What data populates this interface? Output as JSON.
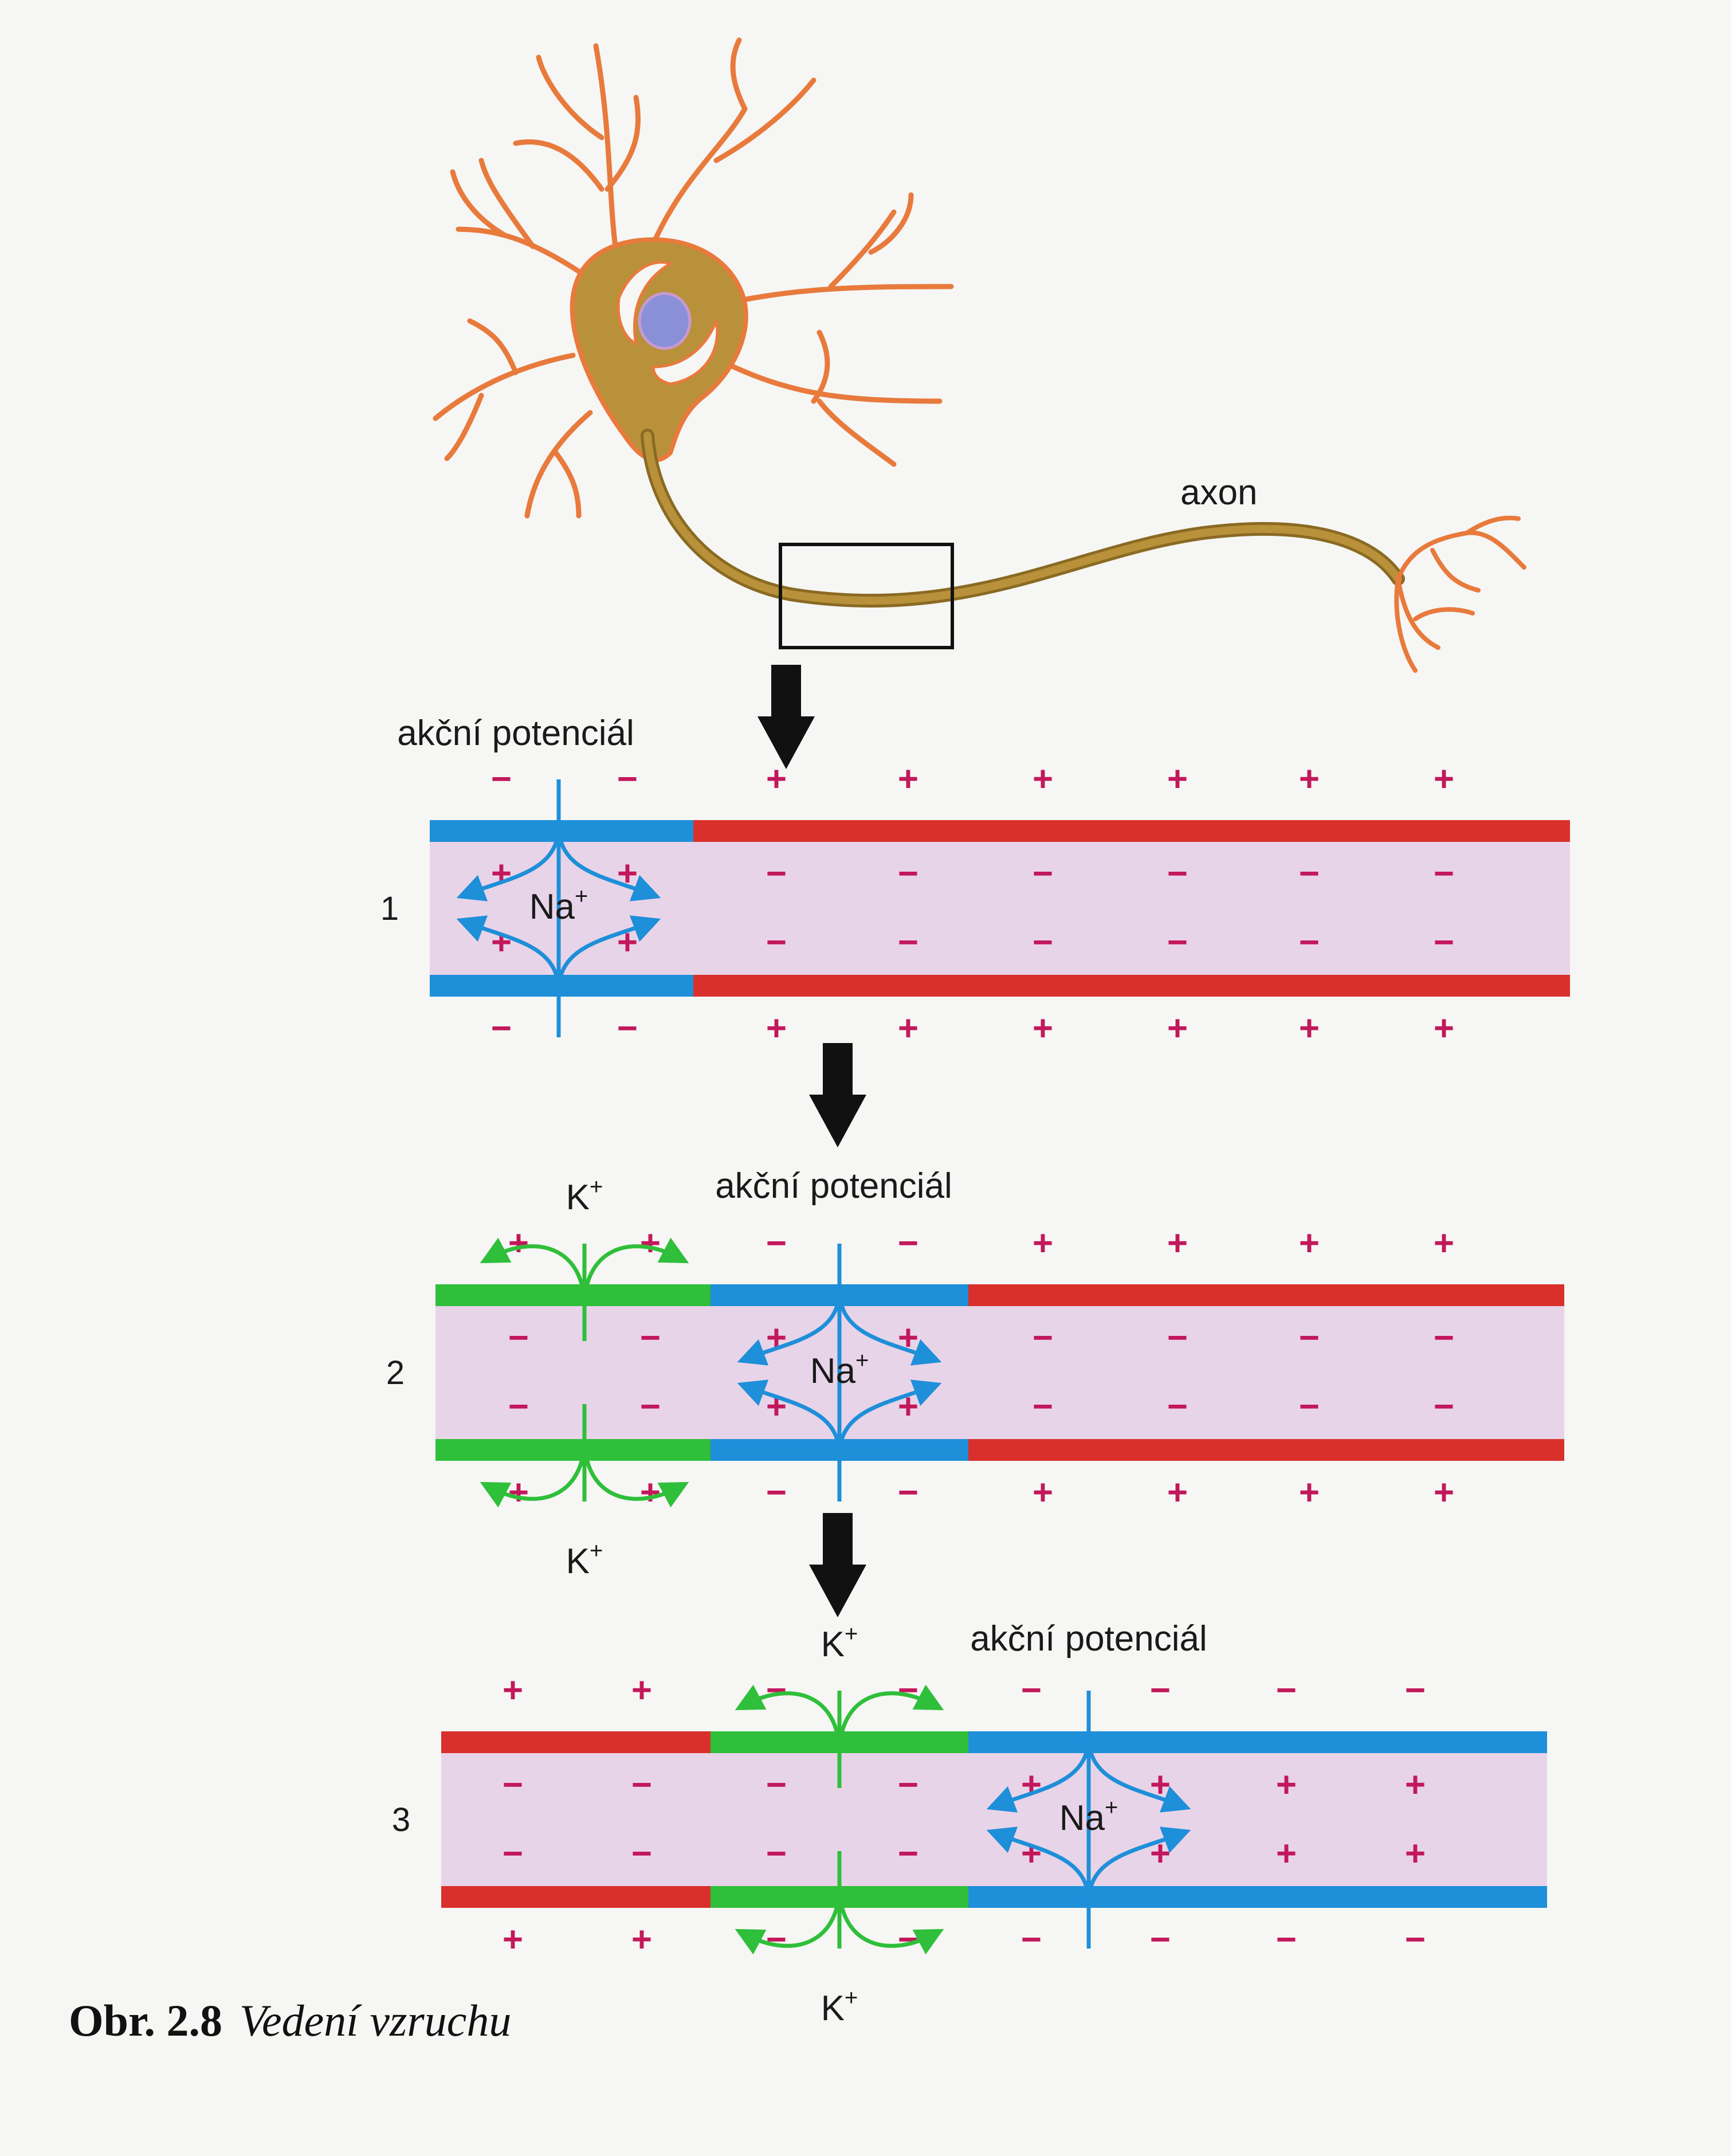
{
  "neuron": {
    "axon_label": "axon"
  },
  "labels": {
    "action_potential": "akční potenciál",
    "na": "Na",
    "k": "K",
    "ion_sup": "+"
  },
  "signs": {
    "plus": "+",
    "minus": "−"
  },
  "panels": [
    {
      "number": "1"
    },
    {
      "number": "2"
    },
    {
      "number": "3"
    }
  ],
  "caption": {
    "number": "Obr. 2.8",
    "title": "Vedení vzruchu"
  },
  "colors": {
    "resting_membrane": "#d9302c",
    "depolarized_membrane": "#1e8fd9",
    "repolarizing_membrane": "#2fbf3a",
    "axoplasm": "#e8d4e8",
    "charge_sign": "#c2185b",
    "neuron_fill": "#b8913a",
    "neuron_outline": "#e87a3c",
    "nucleus": "#8a90d8"
  }
}
